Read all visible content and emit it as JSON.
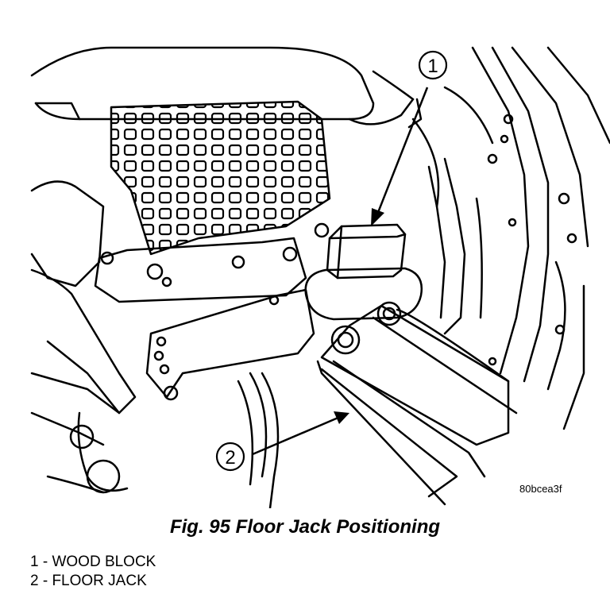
{
  "figure": {
    "callouts": [
      {
        "number": "1"
      },
      {
        "number": "2"
      }
    ],
    "code": "80bcea3f"
  },
  "caption": "Fig. 95 Floor Jack Positioning",
  "legend": [
    {
      "text": "1 - WOOD BLOCK"
    },
    {
      "text": "2 - FLOOR JACK"
    }
  ]
}
